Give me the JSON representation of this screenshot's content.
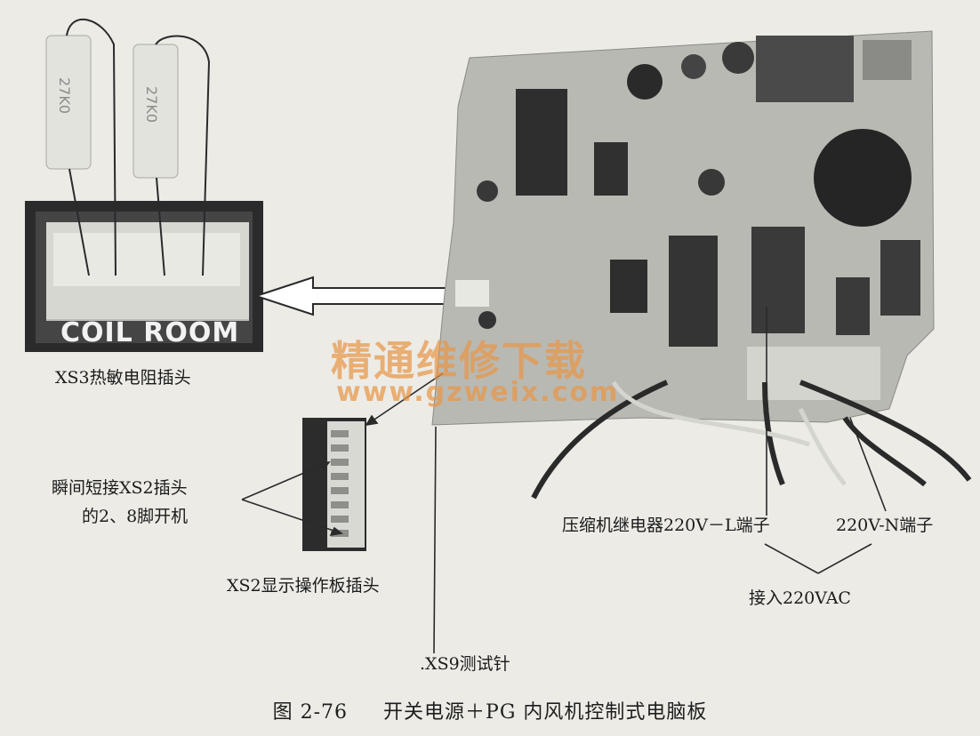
{
  "connector_photo": {
    "silkscreen": "COIL ROOM",
    "resistor_marks": [
      "27K0",
      "27K0"
    ]
  },
  "labels": {
    "xs3": "XS3热敏电阻插头",
    "short_instruction_line1": "瞬间短接XS2插头",
    "short_instruction_line2": "的2、8脚开机",
    "xs2": "XS2显示操作板插头",
    "xs9": ".XS9测试针",
    "relay_l": "压缩机继电器220V－L端子",
    "terminal_n": "220V-N端子",
    "ac_input": "接入220VAC"
  },
  "watermark": {
    "site_name": "精通维修下载",
    "url": "www.gzweix.com"
  },
  "caption": {
    "figure_number": "图 2-76",
    "title": "开关电源＋PG 内风机控制式电脑板"
  },
  "colors": {
    "watermark": "#e89646",
    "background": "#ecebe6"
  }
}
